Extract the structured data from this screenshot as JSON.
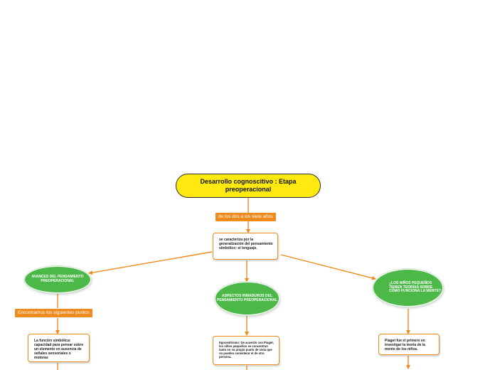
{
  "root": {
    "title": "Desarrollo cognoscitivo : Etapa preoperacional"
  },
  "labels": {
    "age_range": "de los dos a los siete años",
    "following_points": "Encontramos los siguientes puntos"
  },
  "central": {
    "text": "se caracteriza por la generalización del pensamiento simbólico: el lenguaje."
  },
  "branches": {
    "left": {
      "title": "AVANCES DEL PENSAMIENTO PREOPERACIONAL",
      "detail": "La función simbólica: capacidad para pensar sobre un elemento en ausencia de señales sensoriales o motoras"
    },
    "middle": {
      "title": "ASPECTOS INMADUROS DEL PENSAMIENTO PREOPERACIONAL",
      "detail": "Egocentrismo: De acuerdo con Piaget, los niños pequeños se concentran tanto en su propio punto de vista que no pueden considerar el de otra persona."
    },
    "right": {
      "title": "¿LOS NIÑOS PEQUEÑOS TIENEN TEORÍAS SOBRE CÓMO FUNCIONA LA MENTE?",
      "detail": "Piaget fue el primero en investigar la teoría de la mente de los niños."
    }
  },
  "colors": {
    "root_fill": "#ffe90f",
    "connector": "#ef8a1f",
    "ellipse_fill": "#4cb848",
    "tag_fill": "#ef8a1f"
  }
}
